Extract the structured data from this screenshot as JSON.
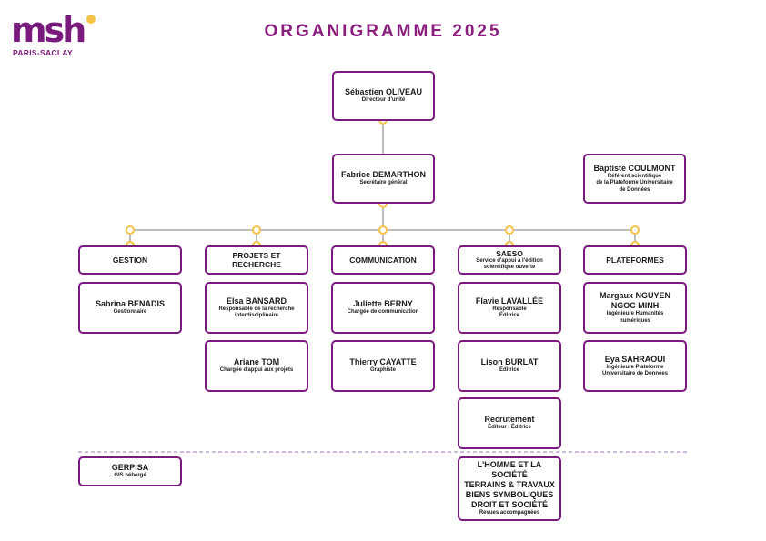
{
  "logo": {
    "brand": "msh",
    "sub": "PARIS-SACLAY"
  },
  "title": "ORGANIGRAMME 2025",
  "colors": {
    "border": "#7b1a7e",
    "title": "#8a1e7d",
    "connector": "#f5c24a",
    "line": "#999999",
    "divider": "#9a7ab0"
  },
  "director": {
    "name": "Sébastien OLIVEAU",
    "role": "Directeur d'unité"
  },
  "secretary": {
    "name": "Fabrice DEMARTHON",
    "role": "Secrétaire général"
  },
  "referent": {
    "name": "Baptiste COULMONT",
    "role1": "Référent scientifique",
    "role2": "de la Plateforme Universitaire",
    "role3": "de Données"
  },
  "headers": {
    "gestion": "GESTION",
    "projets": "PROJETS ET RECHERCHE",
    "communication": "COMMUNICATION",
    "saeso": {
      "title": "SAESO",
      "sub1": "Service d'appui à l'édition",
      "sub2": "scientifique ouverte"
    },
    "plateformes": "PLATEFORMES"
  },
  "gestion": {
    "name": "Sabrina BENADIS",
    "role": "Gestionnaire"
  },
  "projets": [
    {
      "name": "Elsa BANSARD",
      "role1": "Responsable de la recherche",
      "role2": "interdisciplinaire"
    },
    {
      "name": "Ariane TOM",
      "role1": "Chargée d'appui aux projets"
    }
  ],
  "communication": [
    {
      "name": "Juliette BERNY",
      "role1": "Chargée de communication"
    },
    {
      "name": "Thierry CAYATTE",
      "role1": "Graphiste"
    }
  ],
  "saeso": [
    {
      "name": "Flavie LAVALLÉE",
      "role1": "Responsable",
      "role2": "Éditrice"
    },
    {
      "name": "Lison BURLAT",
      "role1": "Éditrice"
    },
    {
      "name": "Recrutement",
      "role1": "Éditeur / Éditrice"
    }
  ],
  "plateformes": [
    {
      "name1": "Margaux NGUYEN",
      "name2": "NGOC MINH",
      "role1": "Ingénieure Humanités",
      "role2": "numériques"
    },
    {
      "name1": "Eya SAHRAOUI",
      "role1": "Ingénieure Plateforme",
      "role2": "Universitaire de Données"
    }
  ],
  "gerpisa": {
    "name": "GERPISA",
    "role": "GIS hébergé"
  },
  "revues": {
    "lines": [
      "L'HOMME ET LA SOCIÉTÉ",
      "TERRAINS & TRAVAUX",
      "BIENS SYMBOLIQUES",
      "DROIT ET SOCIÉTÉ"
    ],
    "caption": "Revues accompagnées"
  }
}
